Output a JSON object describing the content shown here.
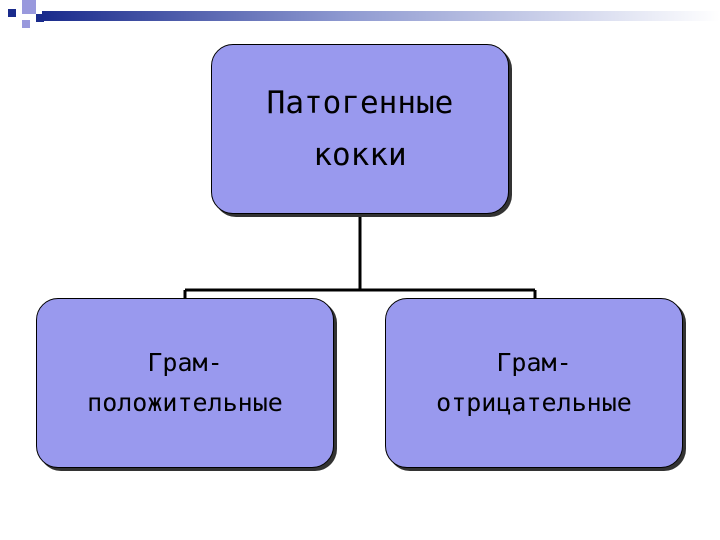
{
  "diagram": {
    "root": {
      "line1": "Патогенные",
      "line2": "кокки"
    },
    "children": [
      {
        "line1": "Грам-",
        "line2": "положительные"
      },
      {
        "line1": "Грам-",
        "line2": "отрицательные"
      }
    ]
  },
  "colors": {
    "node_fill": "#9999ee",
    "node_border": "#000000",
    "connector": "#000000",
    "accent_dark_blue": "#1a2b8c",
    "accent_light_blue": "#9999dd"
  }
}
